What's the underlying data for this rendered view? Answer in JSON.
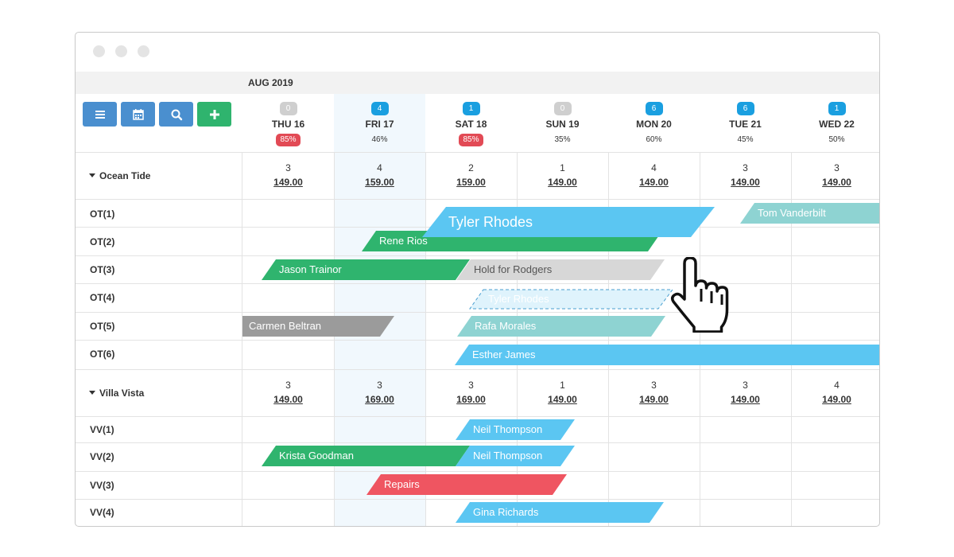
{
  "calendar": {
    "month": "AUG 2019",
    "days": [
      {
        "count": "0",
        "name": "THU 16",
        "occupancy": "85%",
        "hot": true
      },
      {
        "count": "4",
        "name": "FRI 17",
        "occupancy": "46%",
        "hot": false
      },
      {
        "count": "1",
        "name": "SAT 18",
        "occupancy": "85%",
        "hot": true
      },
      {
        "count": "0",
        "name": "SUN 19",
        "occupancy": "35%",
        "hot": false
      },
      {
        "count": "6",
        "name": "MON 20",
        "occupancy": "60%",
        "hot": false
      },
      {
        "count": "6",
        "name": "TUE 21",
        "occupancy": "45%",
        "hot": false
      },
      {
        "count": "1",
        "name": "WED 22",
        "occupancy": "50%",
        "hot": false
      }
    ]
  },
  "toolbar": {
    "buttons": [
      {
        "icon": "menu-icon",
        "color": "#4a8fcf"
      },
      {
        "icon": "calendar-icon",
        "color": "#4a8fcf"
      },
      {
        "icon": "search-icon",
        "color": "#4a8fcf"
      },
      {
        "icon": "plus-icon",
        "color": "#2fb46e"
      }
    ]
  },
  "groups": [
    {
      "name": "Ocean Tide",
      "availability": [
        {
          "count": "3",
          "price": "149.00"
        },
        {
          "count": "4",
          "price": "159.00"
        },
        {
          "count": "2",
          "price": "159.00"
        },
        {
          "count": "1",
          "price": "149.00"
        },
        {
          "count": "4",
          "price": "149.00"
        },
        {
          "count": "3",
          "price": "149.00"
        },
        {
          "count": "3",
          "price": "149.00"
        }
      ],
      "rooms": [
        "OT(1)",
        "OT(2)",
        "OT(3)",
        "OT(4)",
        "OT(5)",
        "OT(6)"
      ]
    },
    {
      "name": "Villa Vista",
      "availability": [
        {
          "count": "3",
          "price": "149.00"
        },
        {
          "count": "3",
          "price": "169.00"
        },
        {
          "count": "3",
          "price": "169.00"
        },
        {
          "count": "1",
          "price": "149.00"
        },
        {
          "count": "3",
          "price": "149.00"
        },
        {
          "count": "3",
          "price": "149.00"
        },
        {
          "count": "4",
          "price": "149.00"
        }
      ],
      "rooms": [
        "VV(1)",
        "VV(2)",
        "VV(3)",
        "VV(4)"
      ]
    }
  ],
  "bookings": {
    "tom_vanderbilt": "Tom Vanderbilt",
    "rene_rios": "Rene Rios",
    "jason_trainor": "Jason Trainor",
    "hold_rodgers": "Hold for Rodgers",
    "tyler_ghost": "Tyler Rhodes",
    "carmen_beltran": "Carmen Beltran",
    "rafa_morales": "Rafa Morales",
    "esther_james": "Esther James",
    "neil_thompson_1": "Neil Thompson",
    "krista_goodman": "Krista Goodman",
    "neil_thompson_2": "Neil Thompson",
    "repairs": "Repairs",
    "gina_richards": "Gina Richards"
  },
  "dragging": {
    "label": "Tyler Rhodes"
  },
  "colors": {
    "confirmed": "#2fb46e",
    "booked": "#5bc6f2",
    "pending": "#8ed3d2",
    "blocked": "#9b9b9b",
    "hold": "#d7d7d7",
    "maintenance": "#ef5561",
    "accent": "#1a9fe0"
  }
}
